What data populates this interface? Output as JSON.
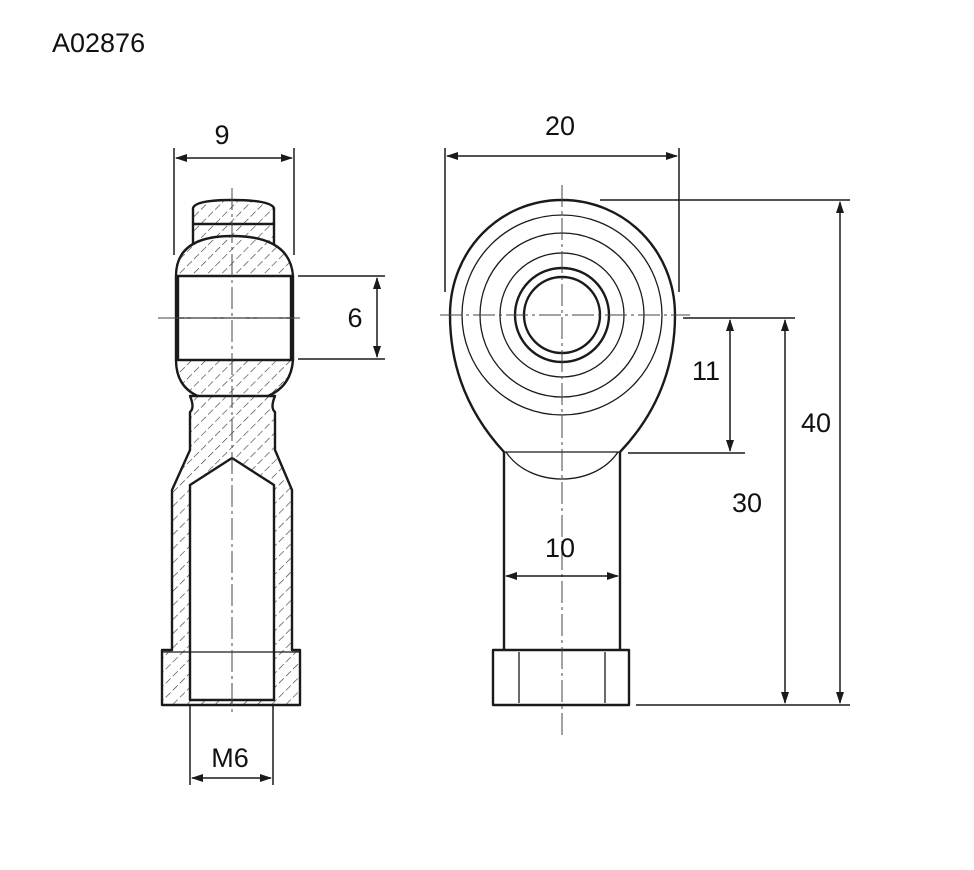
{
  "part_number": "A02876",
  "dimensions": {
    "ball_width": "9",
    "bore_diameter": "6",
    "thread": "M6",
    "head_width": "20",
    "eye_offset": "11",
    "total_length": "40",
    "center_to_end": "30",
    "shank_width": "10"
  }
}
